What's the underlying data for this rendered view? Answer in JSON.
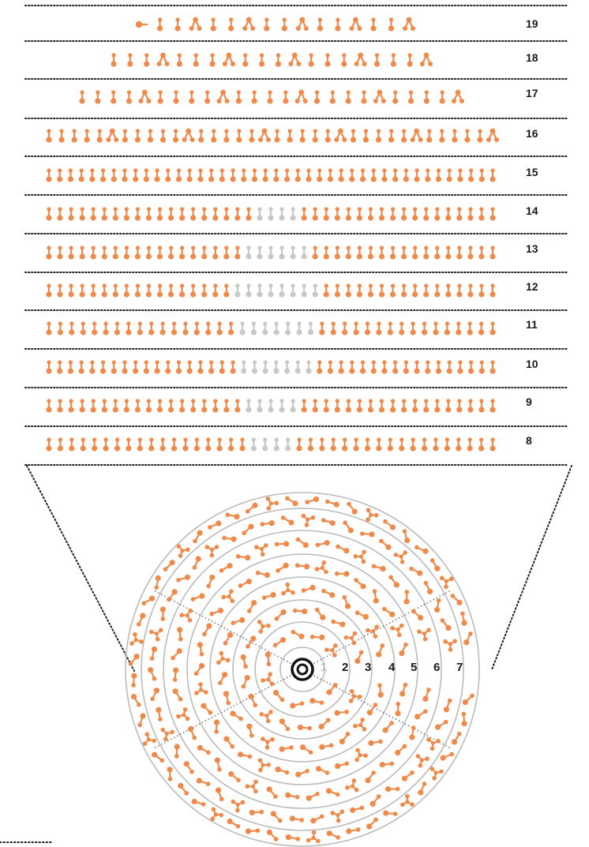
{
  "colors": {
    "active": "#F08A4B",
    "inactive": "#C8C8C8",
    "line": "#222222",
    "ring": "#BBBBBB",
    "text": "#1a1a1a"
  },
  "rows": [
    {
      "label": "19",
      "pattern": [
        "forward-left-icon",
        "I",
        "I",
        "A",
        "I",
        "I",
        "A",
        "I",
        "I",
        "A",
        "I",
        "I",
        "A",
        "I",
        "I",
        "A"
      ]
    },
    {
      "label": "18",
      "pattern": [
        "I",
        "I",
        "I",
        "A",
        "I",
        "I",
        "I",
        "A",
        "I",
        "I",
        "I",
        "A",
        "I",
        "I",
        "I",
        "A",
        "I",
        "I",
        "I",
        "A"
      ]
    },
    {
      "label": "17",
      "pattern": [
        "I",
        "I",
        "I",
        "I",
        "A",
        "I",
        "I",
        "I",
        "I",
        "A",
        "I",
        "I",
        "I",
        "I",
        "A",
        "I",
        "I",
        "I",
        "I",
        "A",
        "I",
        "I",
        "I",
        "I",
        "A"
      ]
    },
    {
      "label": "16",
      "pattern": [
        "I",
        "I",
        "I",
        "I",
        "I",
        "A",
        "I",
        "I",
        "I",
        "I",
        "I",
        "A",
        "I",
        "I",
        "I",
        "I",
        "I",
        "A",
        "I",
        "I",
        "I",
        "I",
        "I",
        "A",
        "I",
        "I",
        "I",
        "I",
        "I",
        "A",
        "I",
        "I",
        "I",
        "I",
        "I",
        "A"
      ]
    },
    {
      "label": "15",
      "pattern": [
        "42xI"
      ]
    },
    {
      "label": "14",
      "pattern": [
        "19xI",
        "4xG",
        "18xI"
      ]
    },
    {
      "label": "13",
      "pattern": [
        "18xI",
        "6xG",
        "17xI"
      ]
    },
    {
      "label": "12",
      "pattern": [
        "17xI",
        "8xG",
        "16xI"
      ]
    },
    {
      "label": "11",
      "pattern": [
        "17xI",
        "7xG",
        "16xI"
      ]
    },
    {
      "label": "10",
      "pattern": [
        "18xI",
        "7xG",
        "17xI"
      ]
    },
    {
      "label": "9",
      "pattern": [
        "18xI",
        "5xG",
        "18xI"
      ]
    },
    {
      "label": "8",
      "pattern": [
        "18xI",
        "4xG",
        "18xI"
      ]
    }
  ],
  "rings": [
    "1",
    "2",
    "3",
    "4",
    "5",
    "6",
    "7"
  ]
}
